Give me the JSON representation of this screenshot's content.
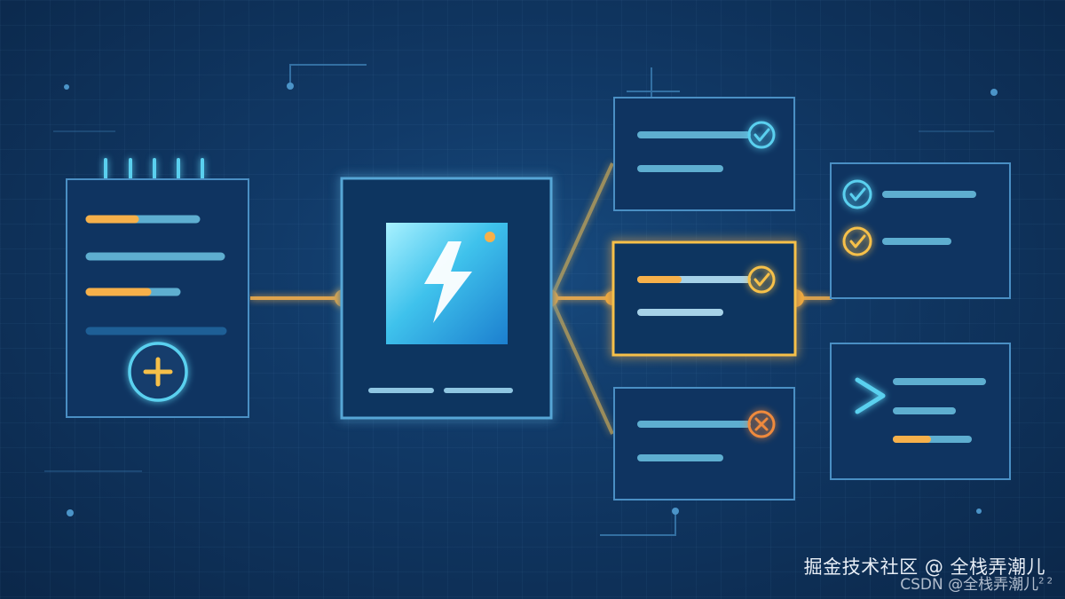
{
  "theme": {
    "background": "#113a68",
    "card_fill": "#0f3461",
    "card_stroke": "#4a8fc4",
    "accent_orange": "#f6b04a",
    "accent_cyan": "#5ad0ef",
    "bar_color": "#5eaed0",
    "error_color": "#ef8a3c"
  },
  "icons": {
    "add": "plus-circle-icon",
    "process": "lightning-bolt-icon",
    "success": "check-circle-icon",
    "error": "x-circle-icon",
    "terminal": "terminal-prompt-icon"
  },
  "watermark": {
    "main": "掘金技术社区 @ 全栈弄潮儿",
    "sub": "CSDN @全栈弄潮儿",
    "sub_sup": "2 2"
  }
}
